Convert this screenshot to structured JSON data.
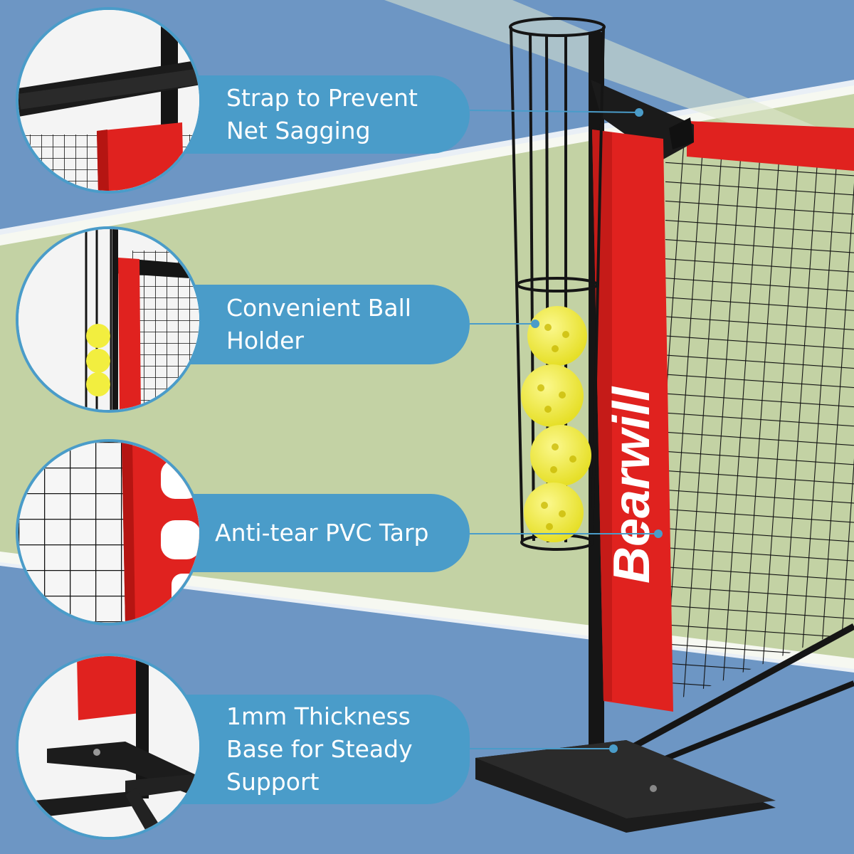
{
  "brand": {
    "logo_text": "Bearwill"
  },
  "features": [
    {
      "label": "Strap to Prevent\nNet Sagging",
      "icon": "strap-detail-thumbnail"
    },
    {
      "label": "Convenient Ball\nHolder",
      "icon": "ball-holder-detail-thumbnail"
    },
    {
      "label": "Anti-tear PVC Tarp",
      "icon": "pvc-tarp-detail-thumbnail"
    },
    {
      "label": "1mm Thickness\nBase for Steady\nSupport",
      "icon": "base-detail-thumbnail"
    }
  ],
  "colors": {
    "callout": "#4a9cc9",
    "court_green": "#c3d2a4",
    "court_blue": "#6d96c4",
    "net_red": "#e0221f",
    "frame": "#151515",
    "ball": "#f2ee3f"
  }
}
